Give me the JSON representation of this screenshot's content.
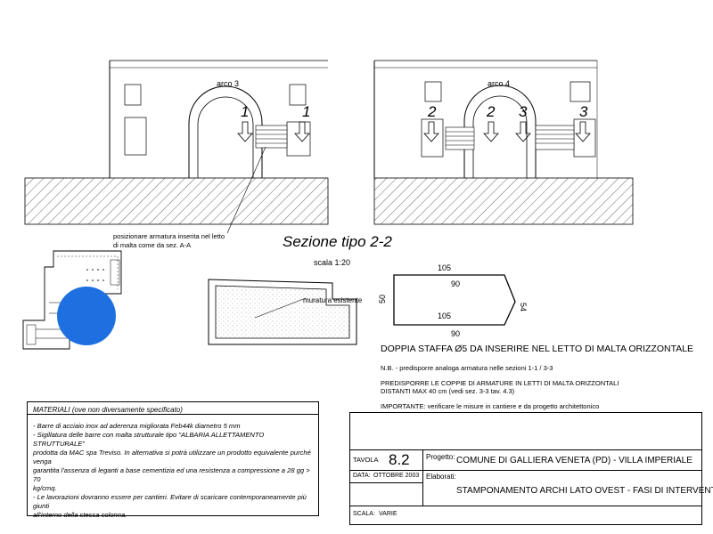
{
  "title": "Sezione tipo 2-2",
  "scale_label": "scala 1:20",
  "arches": [
    {
      "label": "arco 3",
      "numbers": [
        "1",
        "1"
      ]
    },
    {
      "label": "arco 4",
      "numbers": [
        "2",
        "2",
        "3",
        "3"
      ]
    }
  ],
  "annotation": {
    "line1": "posizionare armatura inserita nel letto",
    "line2": "di malta come da sez. A-A"
  },
  "section_label": "muratura esistente",
  "stirrup": {
    "dims": [
      "105",
      "90",
      "50",
      "54",
      "105",
      "90"
    ],
    "heading": "DOPPIA STAFFA Ø5 DA INSERIRE NEL LETTO DI MALTA ORIZZONTALE",
    "nb": "N.B. - predisporre analoga armatura nelle sezioni 1-1 / 3-3",
    "predisporre_1": "PREDISPORRE LE COPPIE DI ARMATURE IN LETTI DI MALTA ORIZZONTALI",
    "predisporre_2": "DISTANTI MAX 40 cm (vedi sez. 3-3 tav. 4.3)",
    "importante": "IMPORTANTE: verificare le misure in cantiere e da progetto architettonico"
  },
  "materials": {
    "title": "MATERIALI (ove non diversamente specificato)",
    "items": [
      "- Barre di acciaio inox ad aderenza migliorata Feb44k diametro 5 mm",
      "- Sigillatura delle barre con malta strutturale tipo \"ALBARIA ALLETTAMENTO STRUTTURALE\"\nprodotta da MAC spa Treviso. In alternativa si potrà utilizzare un prodotto equivalente purché venga\ngarantita l'assenza di leganti a base cementizia ed una resistenza a compressione a 28 gg > 70\nkg/cmq.",
      "- Le lavorazioni dovranno essere per cantieri. Evitare di scaricare contemporaneamente più giunti\nall'interno della stessa colonna."
    ]
  },
  "title_block": {
    "tavola_label": "TAVOLA",
    "tavola_number": "8.2",
    "progetto_label": "Progetto:",
    "progetto": "COMUNE DI GALLIERA VENETA (PD) - VILLA IMPERIALE",
    "data_label": "DATA:",
    "data": "OTTOBRE 2003",
    "elaborati_label": "Elaborati:",
    "elaborato": "STAMPONAMENTO ARCHI LATO OVEST - FASI DI INTERVENTO",
    "scala_label": "SCALA:",
    "scala": "VARIE"
  },
  "colors": {
    "highlight_circle": "#1e6fe0"
  }
}
